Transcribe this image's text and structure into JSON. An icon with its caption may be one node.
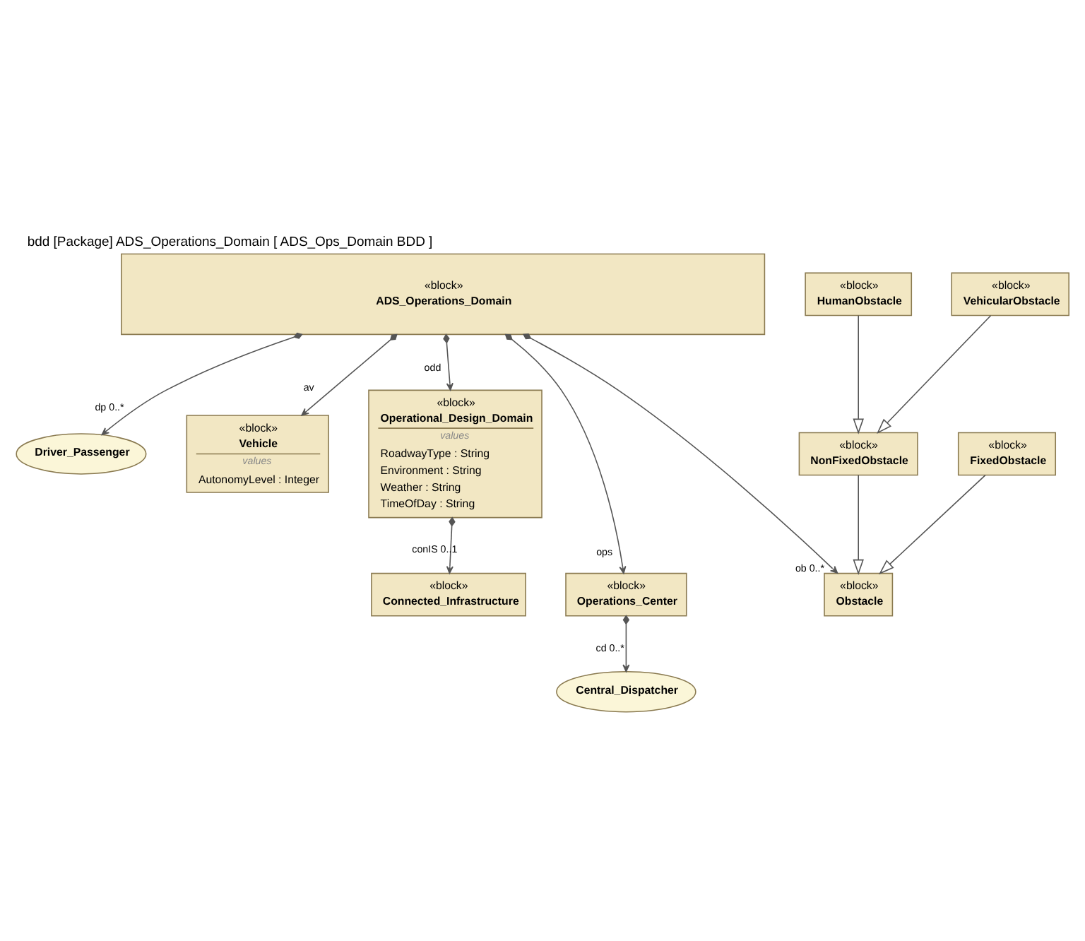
{
  "diagram": {
    "title": "bdd [Package] ADS_Operations_Domain [ ADS_Ops_Domain BDD ]",
    "nodes": [
      {
        "text": [
          "«block»",
          "ADS_Operations_Domain"
        ]
      },
      {
        "text": [
          "Driver_Passenger"
        ]
      },
      {
        "text": [
          "«block»",
          "Vehicle",
          "values",
          "AutonomyLevel : Integer"
        ]
      },
      {
        "text": [
          "«block»",
          "Operational_Design_Domain",
          "values",
          "RoadwayType : String",
          "Environment : String",
          "Weather : String",
          "TimeOfDay : String"
        ]
      },
      {
        "text": [
          "«block»",
          "Operations_Center"
        ]
      },
      {
        "text": [
          "«block»",
          "Obstacle"
        ]
      },
      {
        "text": [
          "«block»",
          "Connected_Infrastructure"
        ]
      },
      {
        "text": [
          "«block»",
          "NonFixedObstacle"
        ]
      },
      {
        "text": [
          "«block»",
          "FixedObstacle"
        ]
      },
      {
        "text": [
          "«block»",
          "HumanObstacle"
        ]
      },
      {
        "text": [
          "«block»",
          "VehicularObstacle"
        ]
      },
      {
        "text": [
          "Central_Dispatcher"
        ]
      }
    ],
    "edges": [
      {
        "from": 0,
        "to": 1,
        "arrow": "to",
        "label": "dp 0..*"
      },
      {
        "from": 0,
        "to": 4,
        "arrow": "to",
        "label": "ops"
      },
      {
        "from": 0,
        "to": 2,
        "arrow": "to",
        "label": "av"
      },
      {
        "from": 0,
        "to": 5,
        "arrow": "to",
        "label": "ob 0..*"
      },
      {
        "from": 0,
        "to": 3,
        "arrow": "to",
        "label": "odd"
      },
      {
        "from": 3,
        "to": 6,
        "arrow": "to",
        "label": "conIS 0..1"
      },
      {
        "from": 4,
        "to": 11,
        "arrow": "to",
        "label": "cd 0..*"
      },
      {
        "from": 7,
        "to": 5,
        "arrow": "to"
      },
      {
        "from": 8,
        "to": 5,
        "arrow": "to"
      },
      {
        "from": 9,
        "to": 7,
        "arrow": "to"
      },
      {
        "from": 10,
        "to": 7,
        "arrow": "to"
      }
    ]
  }
}
